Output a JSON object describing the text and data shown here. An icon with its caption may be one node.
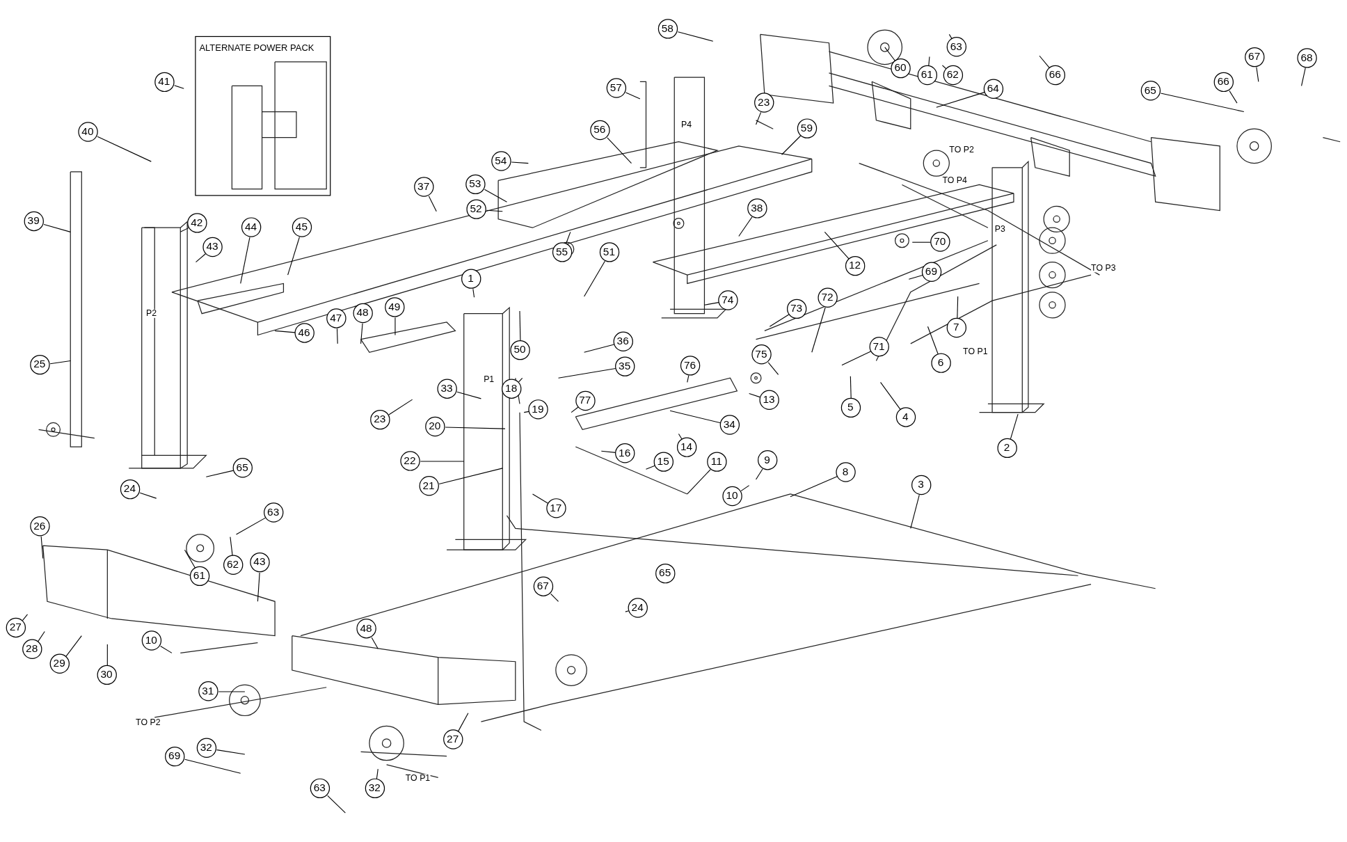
{
  "diagram": {
    "nodes": [
      {
        "text": [
          "ALTERNATE POWER PACK"
        ]
      },
      {
        "text": [
          "41"
        ]
      },
      {
        "text": [
          "40"
        ]
      },
      {
        "text": [
          "39"
        ]
      },
      {
        "text": [
          "42"
        ]
      },
      {
        "text": [
          "43"
        ]
      },
      {
        "text": [
          "44"
        ]
      },
      {
        "text": [
          "45"
        ]
      },
      {
        "text": [
          "25"
        ]
      },
      {
        "text": [
          "46"
        ]
      },
      {
        "text": [
          "47"
        ]
      },
      {
        "text": [
          "48"
        ]
      },
      {
        "text": [
          "49"
        ]
      },
      {
        "text": [
          "37"
        ]
      },
      {
        "text": [
          "53"
        ]
      },
      {
        "text": [
          "52"
        ]
      },
      {
        "text": [
          "54"
        ]
      },
      {
        "text": [
          "56"
        ]
      },
      {
        "text": [
          "57"
        ]
      },
      {
        "text": [
          "58"
        ]
      },
      {
        "text": [
          "55"
        ]
      },
      {
        "text": [
          "51"
        ]
      },
      {
        "text": [
          "1"
        ]
      },
      {
        "text": [
          "50"
        ]
      },
      {
        "text": [
          "36"
        ]
      },
      {
        "text": [
          "35"
        ]
      },
      {
        "text": [
          "33"
        ]
      },
      {
        "text": [
          "18"
        ]
      },
      {
        "text": [
          "19"
        ]
      },
      {
        "text": [
          "20"
        ]
      },
      {
        "text": [
          "22"
        ]
      },
      {
        "text": [
          "21"
        ]
      },
      {
        "text": [
          "17"
        ]
      },
      {
        "text": [
          "23"
        ]
      },
      {
        "text": [
          "77"
        ]
      },
      {
        "text": [
          "76"
        ]
      },
      {
        "text": [
          "13"
        ]
      },
      {
        "text": [
          "34"
        ]
      },
      {
        "text": [
          "14"
        ]
      },
      {
        "text": [
          "16"
        ]
      },
      {
        "text": [
          "15"
        ]
      },
      {
        "text": [
          "11"
        ]
      },
      {
        "text": [
          "9"
        ]
      },
      {
        "text": [
          "10"
        ]
      },
      {
        "text": [
          "8"
        ]
      },
      {
        "text": [
          "3"
        ]
      },
      {
        "text": [
          "75"
        ]
      },
      {
        "text": [
          "73"
        ]
      },
      {
        "text": [
          "72"
        ]
      },
      {
        "text": [
          "71"
        ]
      },
      {
        "text": [
          "5"
        ]
      },
      {
        "text": [
          "4"
        ]
      },
      {
        "text": [
          "6"
        ]
      },
      {
        "text": [
          "7"
        ]
      },
      {
        "text": [
          "74"
        ]
      },
      {
        "text": [
          "38"
        ]
      },
      {
        "text": [
          "59"
        ]
      },
      {
        "text": [
          "23"
        ]
      },
      {
        "text": [
          "12"
        ]
      },
      {
        "text": [
          "70"
        ]
      },
      {
        "text": [
          "69"
        ]
      },
      {
        "text": [
          "2"
        ]
      },
      {
        "text": [
          "60"
        ]
      },
      {
        "text": [
          "61"
        ]
      },
      {
        "text": [
          "62"
        ]
      },
      {
        "text": [
          "63"
        ]
      },
      {
        "text": [
          "64"
        ]
      },
      {
        "text": [
          "66"
        ]
      },
      {
        "text": [
          "65"
        ]
      },
      {
        "text": [
          "66"
        ]
      },
      {
        "text": [
          "67"
        ]
      },
      {
        "text": [
          "68"
        ]
      },
      {
        "text": [
          "24"
        ]
      },
      {
        "text": [
          "65"
        ]
      },
      {
        "text": [
          "63"
        ]
      },
      {
        "text": [
          "62"
        ]
      },
      {
        "text": [
          "61"
        ]
      },
      {
        "text": [
          "43"
        ]
      },
      {
        "text": [
          "26"
        ]
      },
      {
        "text": [
          "27"
        ]
      },
      {
        "text": [
          "28"
        ]
      },
      {
        "text": [
          "29"
        ]
      },
      {
        "text": [
          "30"
        ]
      },
      {
        "text": [
          "10"
        ]
      },
      {
        "text": [
          "31"
        ]
      },
      {
        "text": [
          "32"
        ]
      },
      {
        "text": [
          "69"
        ]
      },
      {
        "text": [
          "48"
        ]
      },
      {
        "text": [
          "27"
        ]
      },
      {
        "text": [
          "32"
        ]
      },
      {
        "text": [
          "63"
        ]
      },
      {
        "text": [
          "67"
        ]
      },
      {
        "text": [
          "24"
        ]
      },
      {
        "text": [
          "65"
        ]
      }
    ],
    "edges": [
      {
        "from": 1,
        "to": null,
        "arrow": "none"
      },
      {
        "from": 2,
        "to": null,
        "arrow": "none"
      },
      {
        "from": 3,
        "to": null,
        "arrow": "none"
      },
      {
        "from": 4,
        "to": null,
        "arrow": "none"
      },
      {
        "from": 5,
        "to": null,
        "arrow": "none"
      },
      {
        "from": 6,
        "to": null,
        "arrow": "none"
      },
      {
        "from": 7,
        "to": null,
        "arrow": "none"
      },
      {
        "from": 8,
        "to": null,
        "arrow": "none"
      },
      {
        "from": 9,
        "to": null,
        "arrow": "none"
      },
      {
        "from": 10,
        "to": null,
        "arrow": "none"
      },
      {
        "from": 11,
        "to": null,
        "arrow": "none"
      },
      {
        "from": 12,
        "to": null,
        "arrow": "none"
      },
      {
        "from": 13,
        "to": null,
        "arrow": "none"
      },
      {
        "from": 14,
        "to": null,
        "arrow": "none"
      },
      {
        "from": 15,
        "to": null,
        "arrow": "none"
      },
      {
        "from": 16,
        "to": null,
        "arrow": "none"
      },
      {
        "from": 17,
        "to": null,
        "arrow": "none"
      },
      {
        "from": 18,
        "to": null,
        "arrow": "none"
      },
      {
        "from": 19,
        "to": null,
        "arrow": "none"
      },
      {
        "from": 20,
        "to": null,
        "arrow": "none"
      },
      {
        "from": 21,
        "to": null,
        "arrow": "none"
      },
      {
        "from": 22,
        "to": null,
        "arrow": "none"
      },
      {
        "from": 23,
        "to": null,
        "arrow": "none"
      },
      {
        "from": 24,
        "to": null,
        "arrow": "none"
      },
      {
        "from": 25,
        "to": null,
        "arrow": "none"
      },
      {
        "from": 26,
        "to": null,
        "arrow": "none"
      },
      {
        "from": 27,
        "to": null,
        "arrow": "none"
      },
      {
        "from": 28,
        "to": null,
        "arrow": "none"
      },
      {
        "from": 29,
        "to": null,
        "arrow": "none"
      },
      {
        "from": 30,
        "to": null,
        "arrow": "none"
      },
      {
        "from": 31,
        "to": null,
        "arrow": "none"
      },
      {
        "from": 32,
        "to": null,
        "arrow": "none"
      },
      {
        "from": 33,
        "to": null,
        "arrow": "none"
      },
      {
        "from": 34,
        "to": null,
        "arrow": "none"
      },
      {
        "from": 35,
        "to": null,
        "arrow": "none"
      },
      {
        "from": 36,
        "to": null,
        "arrow": "none"
      },
      {
        "from": 37,
        "to": null,
        "arrow": "none"
      },
      {
        "from": 38,
        "to": null,
        "arrow": "none"
      },
      {
        "from": 39,
        "to": null,
        "arrow": "none"
      },
      {
        "from": 40,
        "to": null,
        "arrow": "none"
      },
      {
        "from": 41,
        "to": null,
        "arrow": "none"
      },
      {
        "from": 42,
        "to": null,
        "arrow": "none"
      },
      {
        "from": 43,
        "to": null,
        "arrow": "none"
      },
      {
        "from": 44,
        "to": null,
        "arrow": "none"
      },
      {
        "from": 45,
        "to": null,
        "arrow": "none"
      },
      {
        "from": 46,
        "to": null,
        "arrow": "none"
      },
      {
        "from": 47,
        "to": null,
        "arrow": "none"
      },
      {
        "from": 48,
        "to": null,
        "arrow": "none"
      },
      {
        "from": 49,
        "to": null,
        "arrow": "none"
      },
      {
        "from": 50,
        "to": null,
        "arrow": "none"
      },
      {
        "from": 51,
        "to": null,
        "arrow": "none"
      },
      {
        "from": 52,
        "to": null,
        "arrow": "none"
      },
      {
        "from": 53,
        "to": null,
        "arrow": "none"
      },
      {
        "from": 54,
        "to": null,
        "arrow": "none"
      },
      {
        "from": 55,
        "to": null,
        "arrow": "none"
      },
      {
        "from": 56,
        "to": null,
        "arrow": "none"
      },
      {
        "from": 57,
        "to": null,
        "arrow": "none"
      },
      {
        "from": 58,
        "to": null,
        "arrow": "none"
      },
      {
        "from": 59,
        "to": null,
        "arrow": "none"
      },
      {
        "from": 60,
        "to": null,
        "arrow": "none"
      },
      {
        "from": 61,
        "to": null,
        "arrow": "none"
      },
      {
        "from": 62,
        "to": null,
        "arrow": "none"
      },
      {
        "from": 63,
        "to": null,
        "arrow": "none"
      },
      {
        "from": 64,
        "to": null,
        "arrow": "none"
      },
      {
        "from": 65,
        "to": null,
        "arrow": "none"
      },
      {
        "from": 66,
        "to": null,
        "arrow": "none"
      },
      {
        "from": 67,
        "to": null,
        "arrow": "none"
      },
      {
        "from": 68,
        "to": null,
        "arrow": "none"
      },
      {
        "from": 69,
        "to": null,
        "arrow": "none"
      },
      {
        "from": 70,
        "to": null,
        "arrow": "none"
      },
      {
        "from": 71,
        "to": null,
        "arrow": "none"
      },
      {
        "from": 72,
        "to": null,
        "arrow": "none"
      },
      {
        "from": 73,
        "to": null,
        "arrow": "none"
      },
      {
        "from": 74,
        "to": null,
        "arrow": "none"
      },
      {
        "from": 75,
        "to": null,
        "arrow": "none"
      },
      {
        "from": 76,
        "to": null,
        "arrow": "none"
      },
      {
        "from": 77,
        "to": null,
        "arrow": "none"
      },
      {
        "from": 78,
        "to": null,
        "arrow": "none"
      },
      {
        "from": 79,
        "to": null,
        "arrow": "none"
      },
      {
        "from": 80,
        "to": null,
        "arrow": "none"
      },
      {
        "from": 81,
        "to": null,
        "arrow": "none"
      },
      {
        "from": 82,
        "to": null,
        "arrow": "none"
      },
      {
        "from": 83,
        "to": null,
        "arrow": "none"
      },
      {
        "from": 84,
        "to": null,
        "arrow": "none"
      },
      {
        "from": 85,
        "to": null,
        "arrow": "none"
      },
      {
        "from": 86,
        "to": null,
        "arrow": "none"
      },
      {
        "from": 87,
        "to": null,
        "arrow": "none"
      },
      {
        "from": 88,
        "to": null,
        "arrow": "none"
      },
      {
        "from": 89,
        "to": null,
        "arrow": "none"
      },
      {
        "from": 90,
        "to": null,
        "arrow": "none"
      },
      {
        "from": 91,
        "to": null,
        "arrow": "none"
      },
      {
        "from": 92,
        "to": null,
        "arrow": "none"
      }
    ],
    "labels": [
      "P4",
      "TO P2",
      "TO P4",
      "P3",
      "TO P3",
      "P2",
      "TO P1",
      "P1",
      "TO P2",
      "TO P1"
    ]
  }
}
